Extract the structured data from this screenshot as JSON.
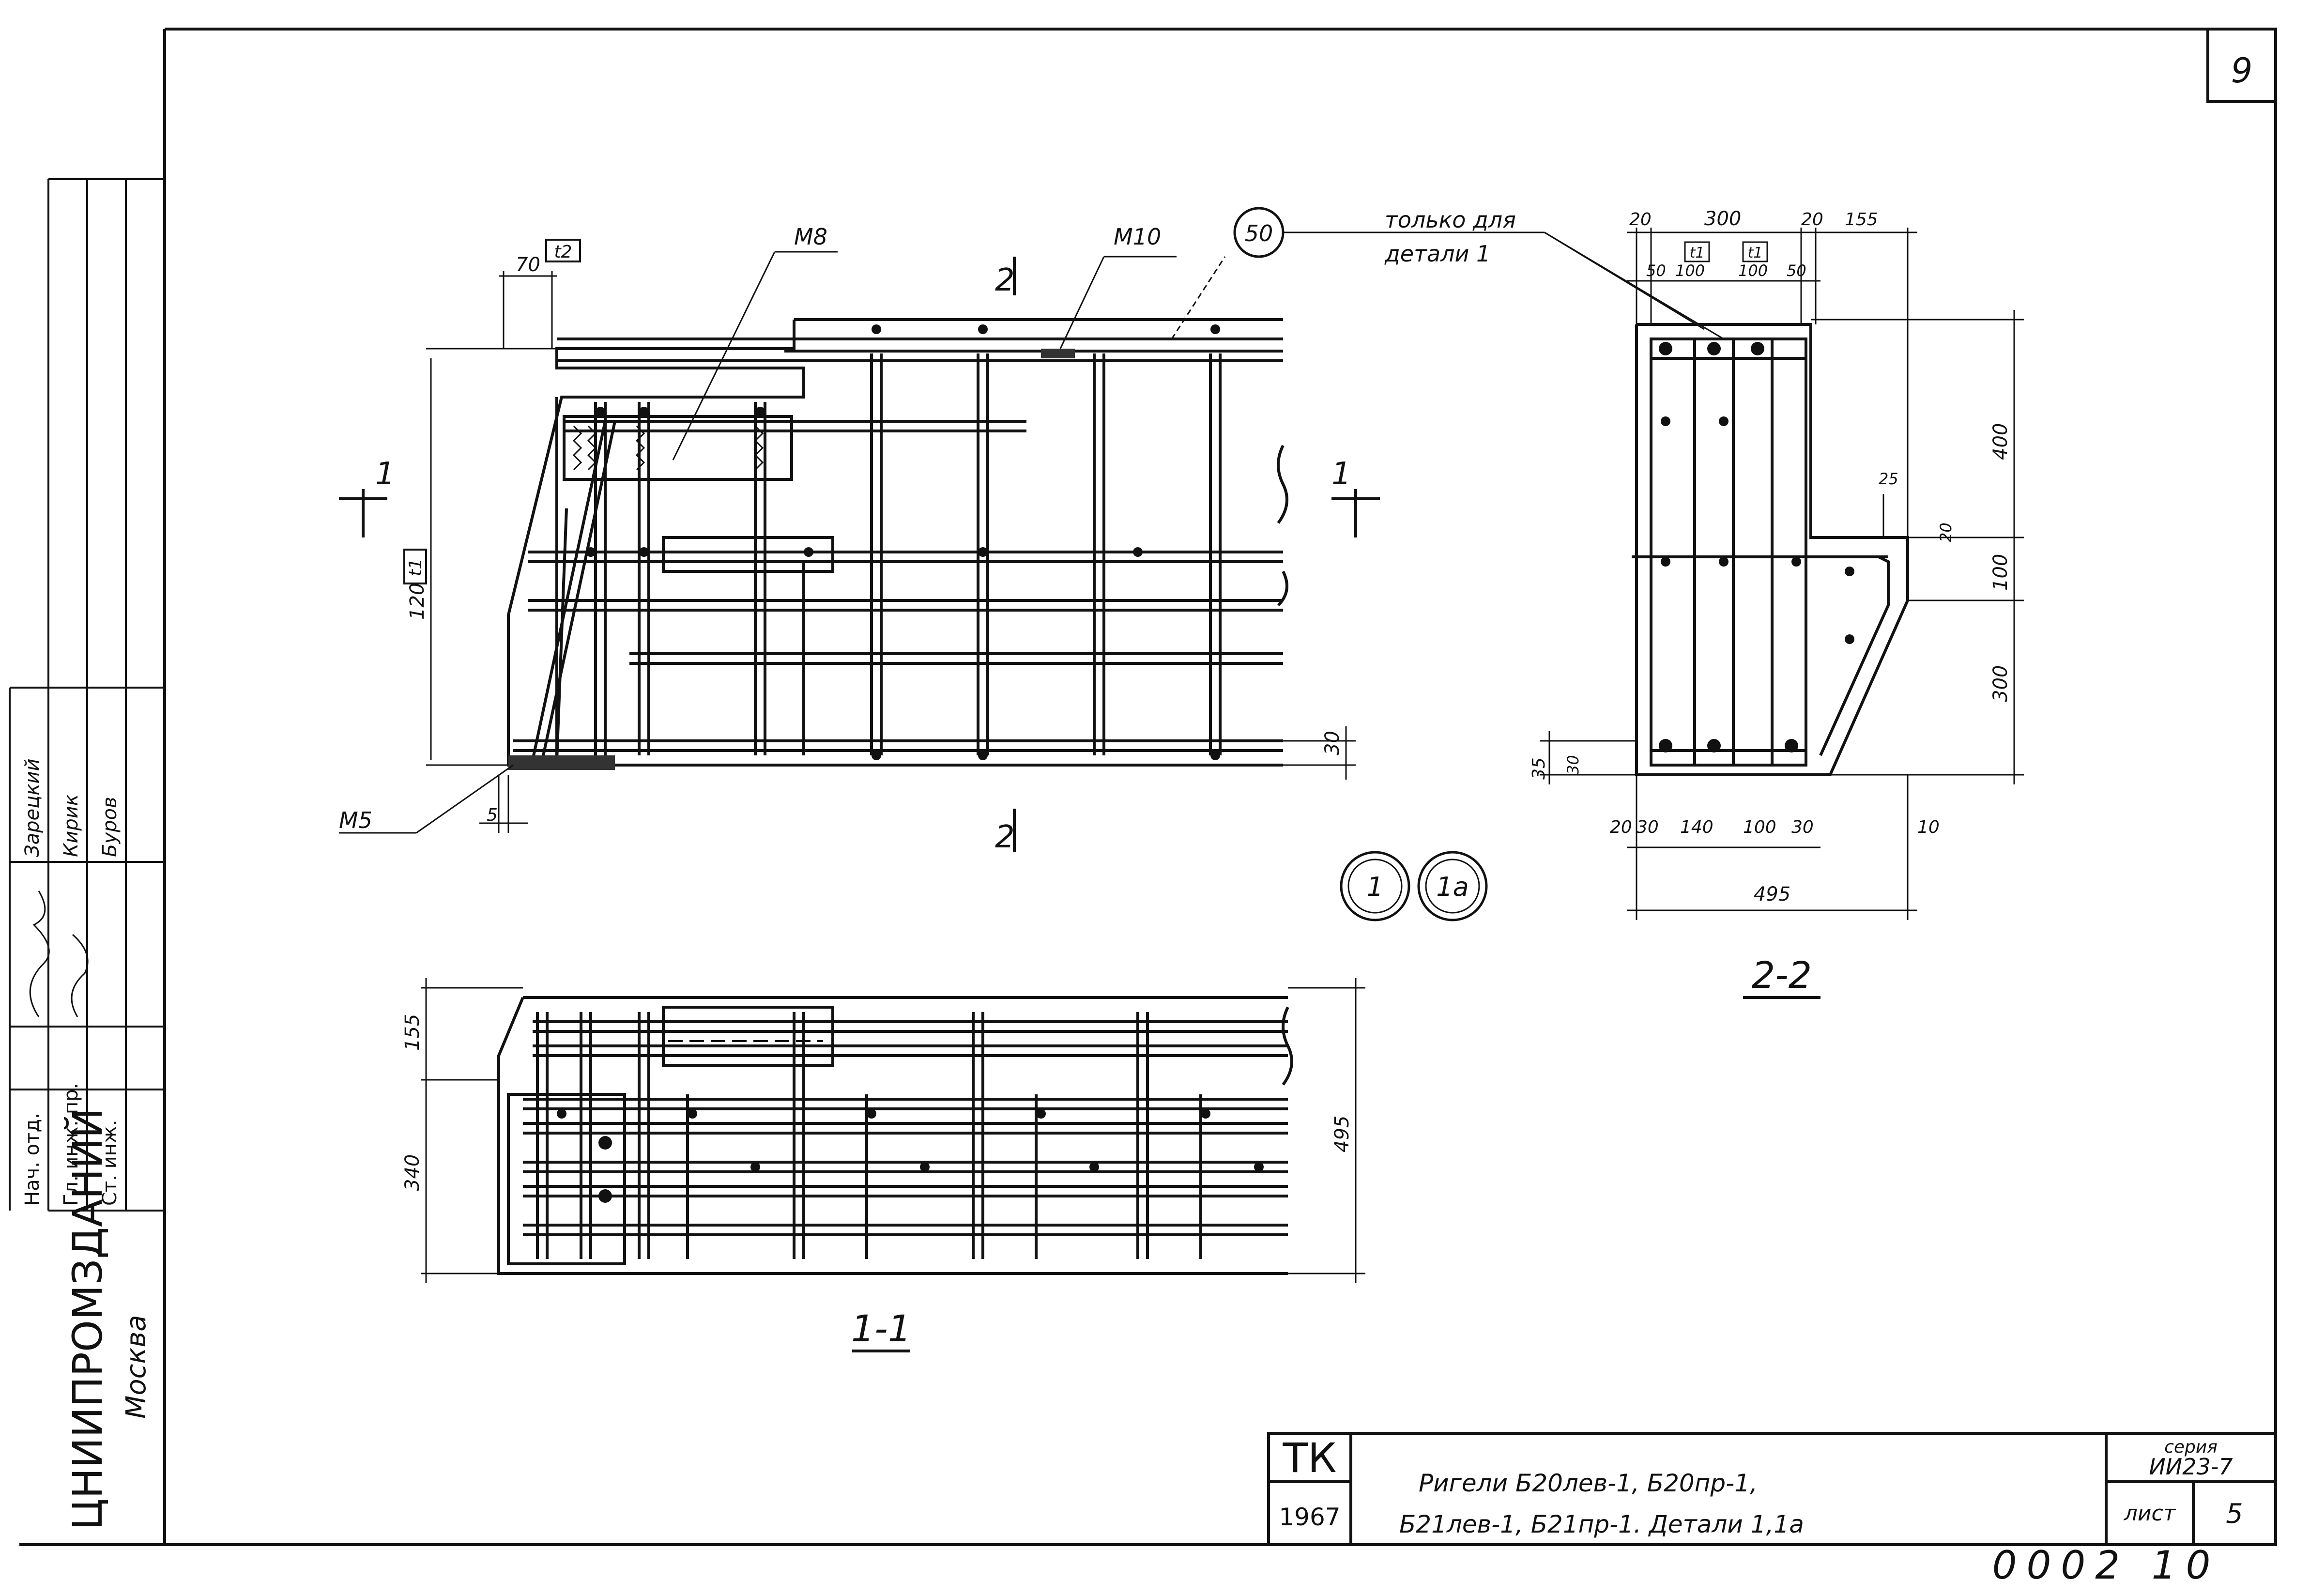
{
  "sheet_number": "9",
  "sheet_stamp": "0002 10",
  "leader_note": [
    "только для",
    "детали 1"
  ],
  "callouts": {
    "mark_50": "50",
    "detail_1": "1",
    "detail_1a": "1а"
  },
  "elevation": {
    "labels": {
      "m8": "M8",
      "m10": "M10",
      "m5": "M5",
      "t2": "t2",
      "t1": "t1"
    },
    "section_marks": {
      "sec1": "1",
      "sec2": "2"
    },
    "dims": {
      "d70": "70",
      "d120": "120",
      "d30": "30",
      "d5": "5"
    }
  },
  "section_2_2": {
    "title": "2-2",
    "labels": {
      "t1a": "t1",
      "t1b": "t1"
    },
    "dims": {
      "d20a": "20",
      "d300": "300",
      "d20b": "20",
      "d155": "155",
      "d50a": "50",
      "d100a": "100",
      "d100b": "100",
      "d50b": "50",
      "d400": "400",
      "d100v": "100",
      "d300v": "300",
      "d25": "25",
      "d20c": "20",
      "d35": "35",
      "d30v": "30",
      "b20": "20",
      "b30": "30",
      "b140": "140",
      "b100": "100",
      "b30b": "30",
      "d10": "10",
      "d495": "495"
    }
  },
  "section_1_1": {
    "title": "1-1",
    "dims": {
      "d155": "155",
      "d340": "340",
      "d495": "495"
    }
  },
  "side_stamp": {
    "org": "ЦНИИПРОМЗДАНИЙ",
    "city": "Москва",
    "rows": [
      {
        "role": "Нач. отд.",
        "name": "Зарецкий"
      },
      {
        "role": "Гл. инж. пр.",
        "name": "Кирик"
      },
      {
        "role": "Ст. инж.",
        "name": "Буров"
      }
    ]
  },
  "title_block": {
    "code": "ТК",
    "year": "1967",
    "title_line1": "Ригели Б20лев-1, Б20пр-1,",
    "title_line2": "Б21лев-1, Б21пр-1. Детали 1,1а",
    "series_label": "серия",
    "series": "ИИ23-7",
    "sheet_label": "лист",
    "sheet": "5"
  }
}
